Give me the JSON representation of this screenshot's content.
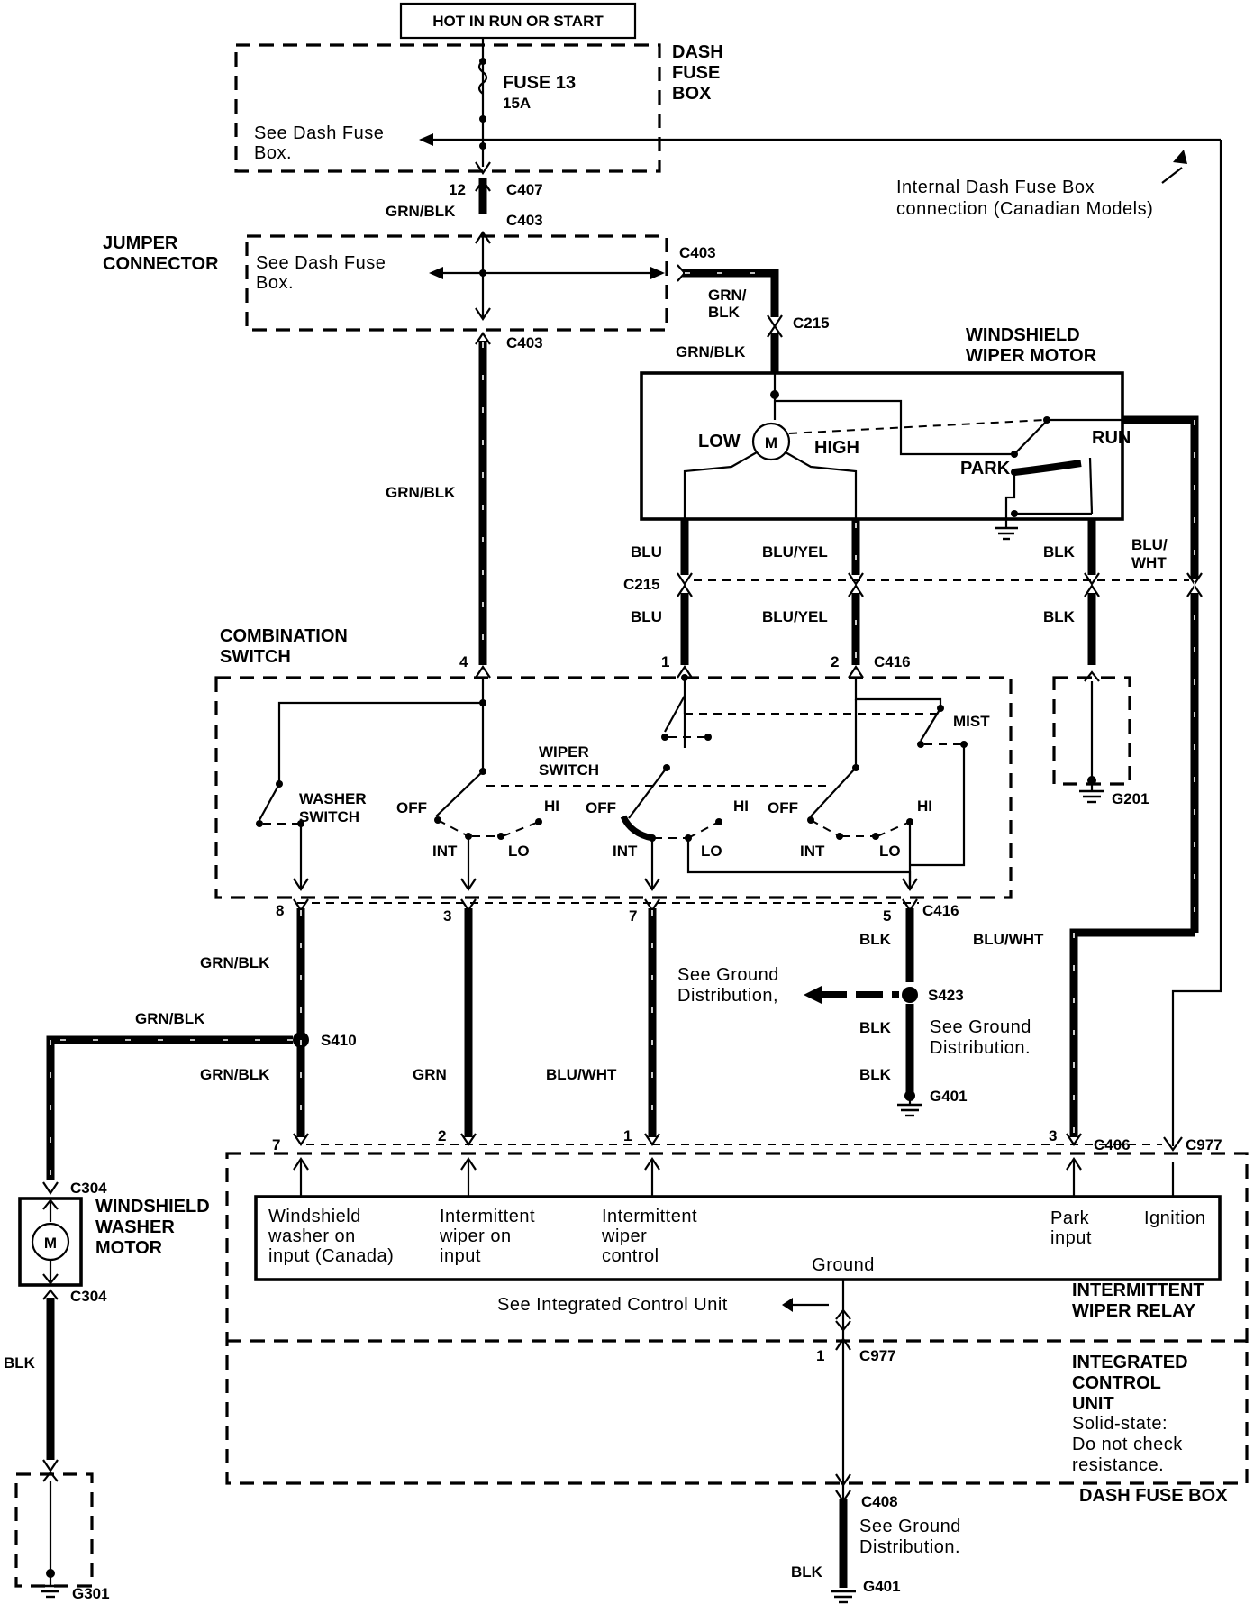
{
  "header": {
    "power_source": "HOT IN RUN OR START"
  },
  "dash_fuse_box": {
    "title_line1": "DASH",
    "title_line2": "FUSE",
    "title_line3": "BOX",
    "fuse_name": "FUSE 13",
    "fuse_rating": "15A",
    "see_line1": "See Dash Fuse",
    "see_line2": "Box."
  },
  "internal_note": {
    "line1": "Internal Dash Fuse Box",
    "line2": "connection (Canadian Models)"
  },
  "jumper": {
    "title_line1": "JUMPER",
    "title_line2": "CONNECTOR",
    "see_line1": "See Dash Fuse",
    "see_line2": "Box."
  },
  "wiper_motor": {
    "title_line1": "WINDSHIELD",
    "title_line2": "WIPER MOTOR",
    "motor": "M",
    "low": "LOW",
    "high": "HIGH",
    "run": "RUN",
    "park": "PARK"
  },
  "combination_switch": {
    "title_line1": "COMBINATION",
    "title_line2": "SWITCH",
    "washer_line1": "WASHER",
    "washer_line2": "SWITCH",
    "wiper_line1": "WIPER",
    "wiper_line2": "SWITCH",
    "mist": "MIST",
    "off": "OFF",
    "hi": "HI",
    "int": "INT",
    "lo": "LO"
  },
  "ground_distribution": {
    "line1": "See Ground",
    "line2": "Distribution.",
    "line2b": "Distribution,"
  },
  "washer_motor": {
    "title_line1": "WINDSHIELD",
    "title_line2": "WASHER",
    "title_line3": "MOTOR",
    "motor": "M"
  },
  "relay": {
    "title_line1": "INTERMITTENT",
    "title_line2": "WIPER RELAY",
    "in1_l1": "Windshield",
    "in1_l2": "washer on",
    "in1_l3": "input (Canada)",
    "in2_l1": "Intermittent",
    "in2_l2": "wiper on",
    "in2_l3": "input",
    "in3_l1": "Intermittent",
    "in3_l2": "wiper",
    "in3_l3": "control",
    "park_l1": "Park",
    "park_l2": "input",
    "ignition": "Ignition",
    "ground": "Ground",
    "see_icu": "See Integrated Control Unit"
  },
  "icu": {
    "title_line1": "INTEGRATED",
    "title_line2": "CONTROL",
    "title_line3": "UNIT",
    "note_l1": "Solid-state:",
    "note_l2": "Do not check",
    "note_l3": "resistance."
  },
  "footer_box": "DASH FUSE BOX",
  "wires": {
    "grn_blk": "GRN/BLK",
    "grn_l1": "GRN/",
    "blk_l2": "BLK",
    "blu": "BLU",
    "blu_yel": "BLU/YEL",
    "blk": "BLK",
    "blu_l1": "BLU/",
    "wht_l2": "WHT",
    "blu_wht": "BLU/WHT",
    "grn": "GRN"
  },
  "connectors": {
    "c407": "C407",
    "c403": "C403",
    "c215": "C215",
    "c416": "C416",
    "c406": "C406",
    "c977": "C977",
    "c304": "C304",
    "c408": "C408",
    "s410": "S410",
    "s423": "S423",
    "g201": "G201",
    "g301": "G301",
    "g401": "G401"
  },
  "pins": {
    "p12": "12",
    "p4": "4",
    "p1": "1",
    "p2": "2",
    "p8": "8",
    "p3": "3",
    "p7": "7",
    "p5": "5",
    "r7": "7",
    "r2": "2",
    "r1": "1",
    "r3": "3",
    "icu1": "1"
  }
}
